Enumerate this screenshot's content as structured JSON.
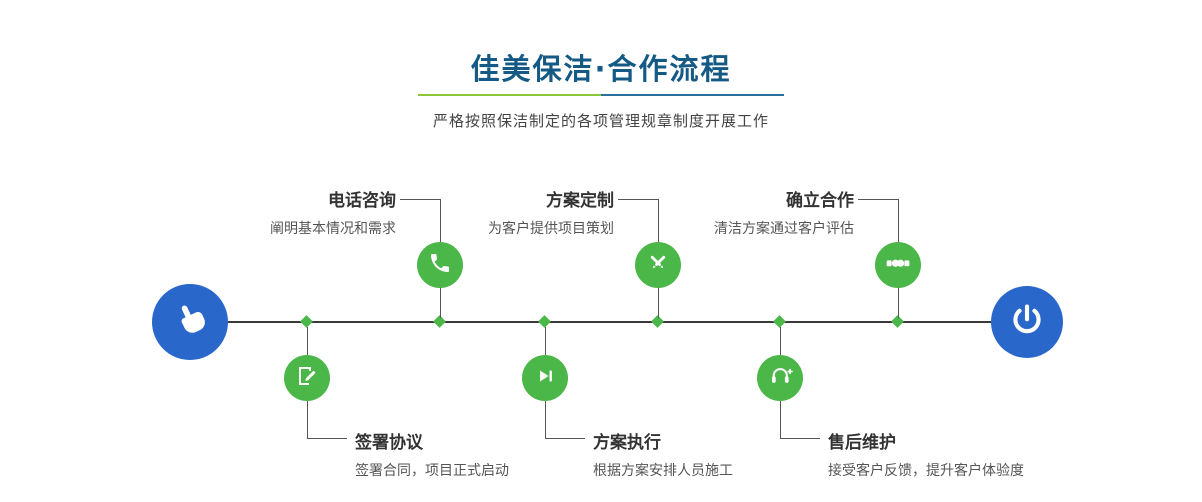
{
  "page": {
    "title": "佳美保洁·合作流程",
    "subtitle": "严格按照保洁制定的各项管理规章制度开展工作"
  },
  "colors": {
    "title_blue": "#155a85",
    "accent_green": "#4bb748",
    "accent_blue": "#2a67cb",
    "underline_green": "#8cc63f",
    "underline_blue": "#2c6e9e"
  },
  "flow": {
    "start_icon": "hand-pointer-icon",
    "end_icon": "power-icon",
    "steps_top": [
      {
        "label": "电话咨询",
        "desc": "阐明基本情况和需求",
        "icon": "phone-icon"
      },
      {
        "label": "方案定制",
        "desc": "为客户提供项目策划",
        "icon": "design-tools-icon"
      },
      {
        "label": "确立合作",
        "desc": "清洁方案通过客户评估",
        "icon": "handshake-icon"
      }
    ],
    "steps_bottom": [
      {
        "label": "签署协议",
        "desc": "签署合同，项目正式启动",
        "icon": "contract-icon"
      },
      {
        "label": "方案执行",
        "desc": "根据方案安排人员施工",
        "icon": "play-forward-icon"
      },
      {
        "label": "售后维护",
        "desc": "接受客户反馈，提升客户体验度",
        "icon": "headset-icon"
      }
    ]
  }
}
